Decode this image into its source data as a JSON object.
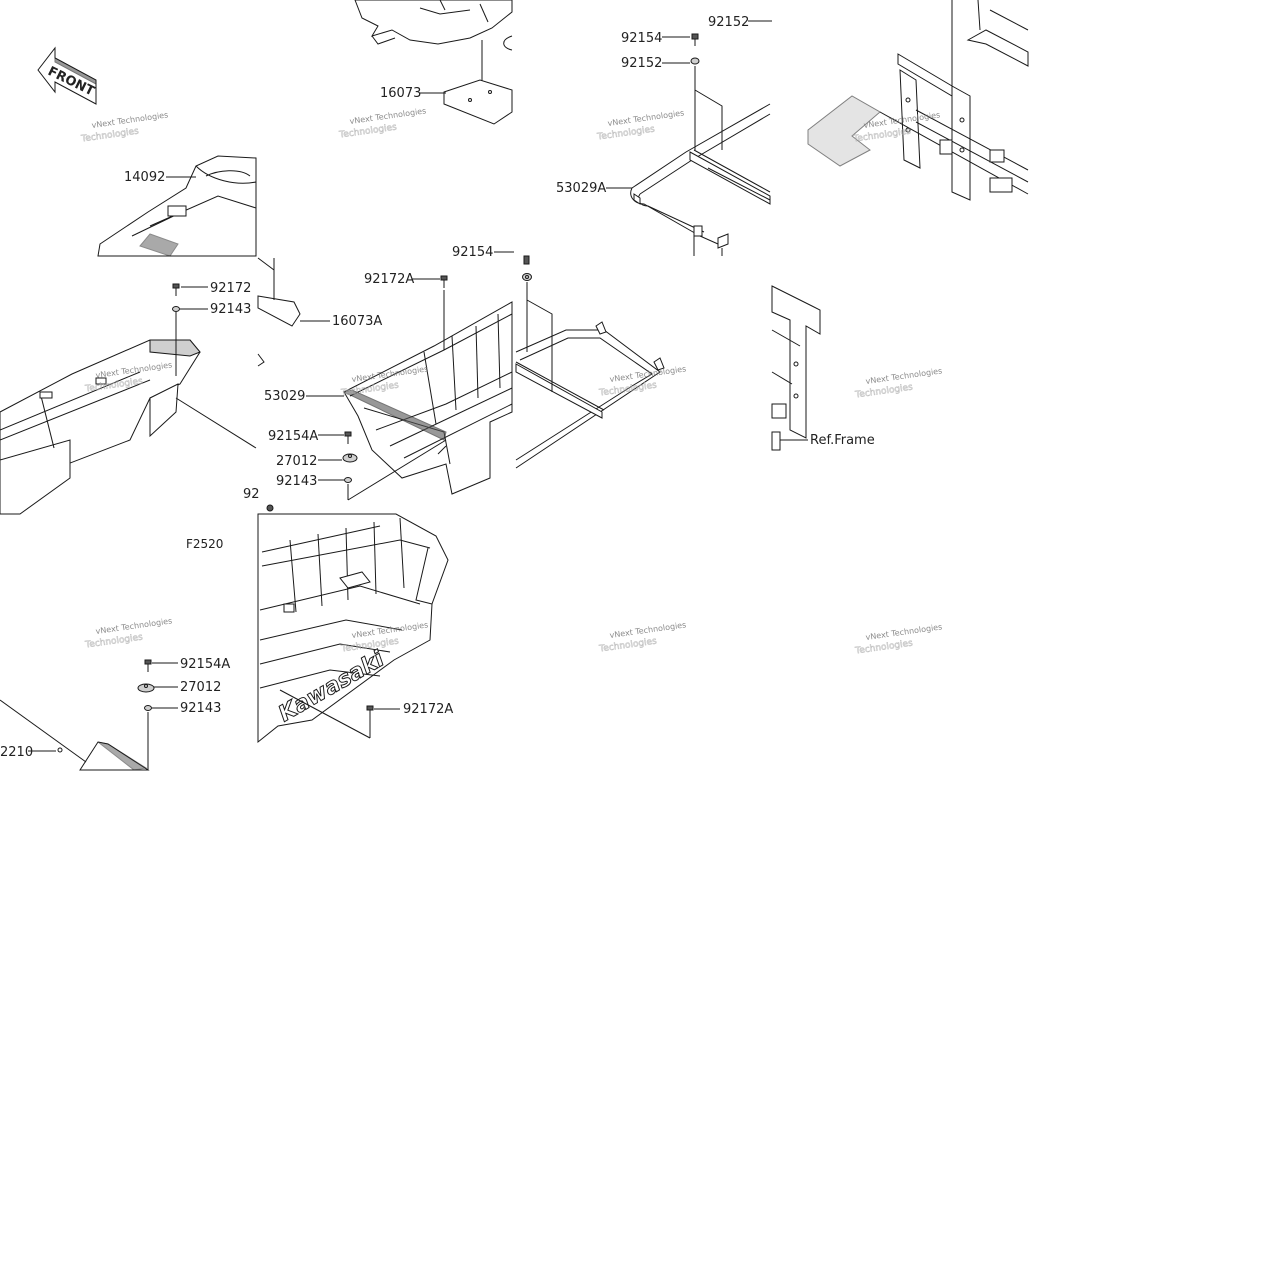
{
  "diagram": {
    "front_label": "FRONT",
    "figure_code": "F2520",
    "watermark": {
      "line1": "vNext Technologies",
      "line2": "Technologies"
    },
    "callouts": {
      "c16073": "16073",
      "c92154_top": "92154",
      "c92152_top": "92152",
      "c92152_mid": "92152",
      "c53029A": "53029A",
      "c14092": "14092",
      "c92154_mid": "92154",
      "c92172A_mid": "92172A",
      "c92172": "92172",
      "c92143_a": "92143",
      "c16073A": "16073A",
      "c53029": "53029",
      "c92154A_a": "92154A",
      "c27012_a": "27012",
      "c92143_b": "92143",
      "c92_partial": "92",
      "c92154A_b": "92154A",
      "c27012_b": "27012",
      "c92143_c": "92143",
      "c2210": "2210",
      "c92172A_bottom": "92172A",
      "ref_frame": "Ref.Frame"
    },
    "bed_logo": "Kawasaki"
  }
}
